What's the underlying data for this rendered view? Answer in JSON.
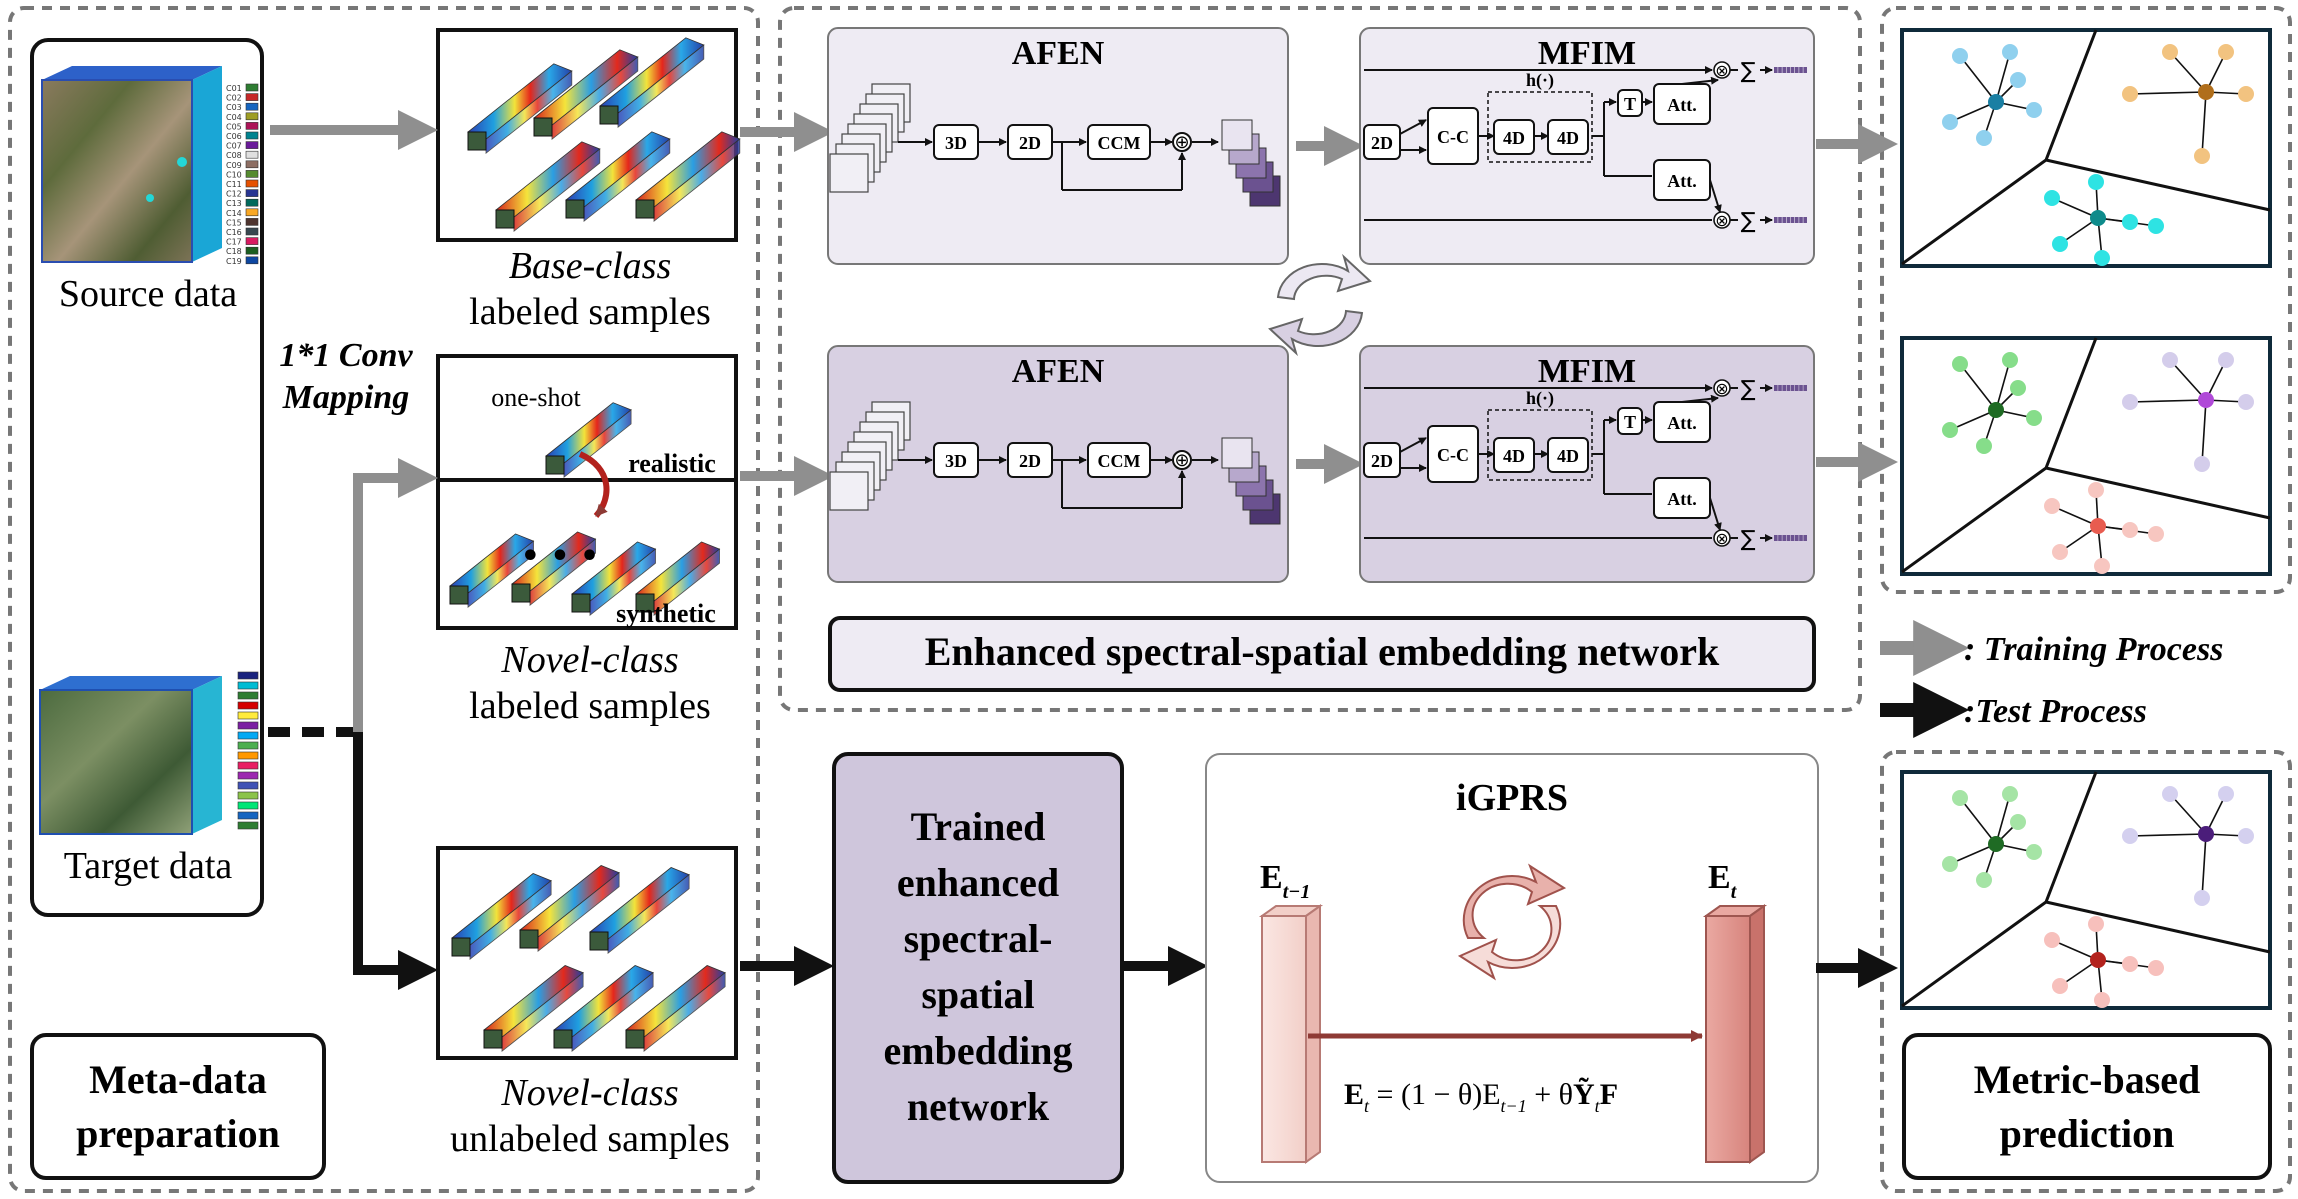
{
  "meta_panel": {
    "source_label": "Source data",
    "target_label": "Target data",
    "conv_line1": "1*1 Conv",
    "conv_line2": "Mapping",
    "title_line1": "Meta-data",
    "title_line2": "preparation",
    "source_legend": [
      "C01",
      "C02",
      "C03",
      "C04",
      "C05",
      "C06",
      "C07",
      "C08",
      "C09",
      "C10",
      "C11",
      "C12",
      "C13",
      "C14",
      "C15",
      "C16",
      "C17",
      "C18",
      "C19"
    ],
    "source_legend_colors": [
      "#2e7d32",
      "#c62828",
      "#1565c0",
      "#9e9d24",
      "#ad1457",
      "#00838f",
      "#6a1b9a",
      "#e0e0e0",
      "#8d6e63",
      "#558b2f",
      "#e65100",
      "#283593",
      "#00695c",
      "#f9a825",
      "#4e342e",
      "#37474f",
      "#d81b60",
      "#1b5e20",
      "#0d47a1"
    ],
    "target_legend_colors": [
      "#1a237e",
      "#00bcd4",
      "#2e7d32",
      "#d50000",
      "#ffeb3b",
      "#7b1fa2",
      "#03a9f4",
      "#4caf50",
      "#ff9800",
      "#e91e63",
      "#9c27b0",
      "#3f51b5",
      "#8bc34a",
      "#00e676",
      "#1565c0",
      "#2e7d32"
    ]
  },
  "samples": {
    "base_line1": "Base-class",
    "base_line2": "labeled samples",
    "one_shot": "one-shot",
    "realistic": "realistic",
    "synthetic": "synthetic",
    "novel_line1": "Novel-class",
    "novel_line2": "labeled samples",
    "unlabeled_line1": "Novel-class",
    "unlabeled_line2": "unlabeled samples",
    "ellipsis": "• • •"
  },
  "network": {
    "afen": "AFEN",
    "mfim": "MFIM",
    "block_3d": "3D",
    "block_2d": "2D",
    "block_ccm": "CCM",
    "block_cc": "C-C",
    "block_4d": "4D",
    "block_t": "T",
    "block_att": "Att.",
    "h_label": "h(·)",
    "sigma": "∑",
    "times": "⊗",
    "plus": "⊕",
    "panel_title": "Enhanced spectral-spatial embedding network"
  },
  "legend": {
    "training": ": Training Process",
    "test": ":Test Process"
  },
  "trained": {
    "lines": [
      "Trained",
      "enhanced",
      "spectral-",
      "spatial",
      "embedding",
      "network"
    ]
  },
  "igprs": {
    "title": "iGPRS",
    "e_prev": "E",
    "e_prev_sub": "t−1",
    "e_curr": "E",
    "e_curr_sub": "t",
    "formula": "E  = (1 − θ)E    + θỸ F",
    "formula_html_parts": [
      "E",
      "t",
      " = (1 − θ)E",
      "t−1",
      " + θ",
      "Ỹ",
      "t",
      "F"
    ]
  },
  "metric": {
    "title_line1": "Metric-based",
    "title_line2": "prediction"
  },
  "colors": {
    "afen_top_fill": "#eeebf3",
    "afen_bottom_fill": "#d8d0e2",
    "trained_fill": "#cfc6dc",
    "gray_arrow": "#8f8f8f",
    "black_arrow": "#111111",
    "bar_light": "#f8d9d4",
    "bar_dark": "#e29a94",
    "igprs_arrow": "#8e3a35"
  },
  "clusters": {
    "top": [
      {
        "center": "#1a7fa3",
        "leaf": "#8fd0ee"
      },
      {
        "center": "#b06e1b",
        "leaf": "#f2c380"
      },
      {
        "center": "#0e8b8b",
        "leaf": "#2ee3e3"
      }
    ],
    "middle": [
      {
        "center": "#1f6b24",
        "leaf": "#86dd8a"
      },
      {
        "center": "#b04ad8",
        "leaf": "#d4cdeb"
      },
      {
        "center": "#e85c50",
        "leaf": "#f7c6c0"
      }
    ],
    "bottom": [
      {
        "center": "#1f6b24",
        "leaf": "#a5e4a5"
      },
      {
        "center": "#4b1d7a",
        "leaf": "#d4d0ef"
      },
      {
        "center": "#b3221d",
        "leaf": "#f7c0bc"
      }
    ]
  }
}
